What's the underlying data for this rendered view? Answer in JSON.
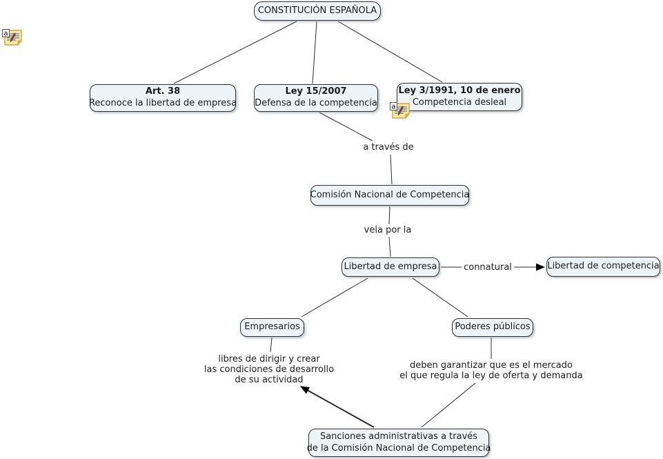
{
  "diagram": {
    "type": "concept-map",
    "background": "#ffffff",
    "colors": {
      "node_fill": "#eef3f7",
      "node_border": "#2e2e2e",
      "line": "#2b2b2b",
      "arrow": "#000000",
      "note_icon_fill": "#ffe9a0",
      "note_icon_border": "#c8971b"
    }
  },
  "nodes": {
    "constitucion": {
      "label": "CONSTITUCIÓN ESPAÑOLA"
    },
    "art38": {
      "title": "Art. 38",
      "subtitle": "Reconoce la libertad de empresa"
    },
    "ley15_2007": {
      "title": "Ley 15/2007",
      "subtitle": "Defensa de la competencia"
    },
    "ley3_1991": {
      "title": "Ley 3/1991, 10 de enero",
      "subtitle": "Competencia desleal"
    },
    "comision": {
      "label": "Comisión Nacional de Competencia"
    },
    "libertad_empresa": {
      "label": "Libertad de empresa"
    },
    "libertad_competencia": {
      "label": "Libertad de competencia"
    },
    "empresarios": {
      "label": "Empresarios"
    },
    "poderes_publicos": {
      "label": "Poderes públicos"
    },
    "sanciones": {
      "line1": "Sanciones administrativas a través",
      "line2": "de la Comisión Nacional de Competencia"
    }
  },
  "link_labels": {
    "a_traves_de": "a través de",
    "vela_por_la": "vela por la",
    "connatural": "connatural",
    "libres": {
      "line1": "libres de dirigir y crear",
      "line2": "las condiciones de desarrollo",
      "line3": "de su actividad"
    },
    "deben": {
      "line1": "deben garantizar que es el mercado",
      "line2": "el que regula la ley de oferta y demanda"
    }
  },
  "icons": {
    "annotation": {
      "name": "annotation-note-icon",
      "letter": "a"
    }
  }
}
